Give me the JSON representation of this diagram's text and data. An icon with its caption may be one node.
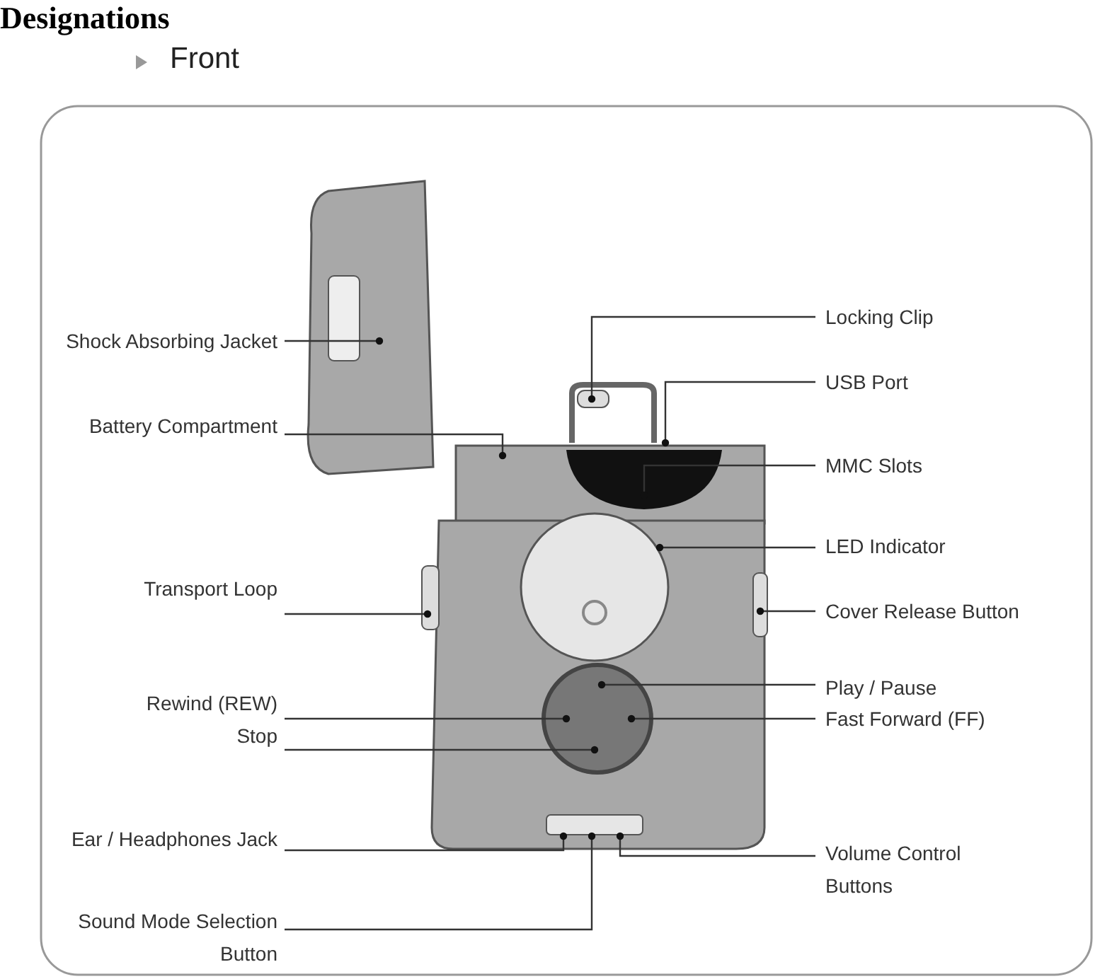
{
  "diagram": {
    "title": "Designations",
    "nodes": [
      {
        "text": [
          "Shock Absorbing Jacket"
        ]
      },
      {
        "text": [
          "Locking Clip"
        ]
      },
      {
        "text": [
          "USB Port"
        ]
      },
      {
        "text": [
          "Battery Compartment"
        ]
      },
      {
        "text": [
          "MMC Slots"
        ]
      },
      {
        "text": [
          "LED Indicator"
        ]
      },
      {
        "text": [
          "Transport Loop"
        ]
      },
      {
        "text": [
          "Cover Release Button"
        ]
      },
      {
        "text": [
          "Play / Pause"
        ]
      },
      {
        "text": [
          "Rewind (REW)"
        ]
      },
      {
        "text": [
          "Fast Forward (FF)"
        ]
      },
      {
        "text": [
          "Stop"
        ]
      },
      {
        "text": [
          "Ear / Headphones Jack"
        ]
      },
      {
        "text": [
          "Volume Control Buttons"
        ]
      },
      {
        "text": [
          "Sound Mode Selection Button"
        ]
      }
    ],
    "edges": [
      {
        "from": 0,
        "to": null,
        "arrow": "other"
      },
      {
        "from": 1,
        "to": null,
        "arrow": "other"
      },
      {
        "from": 2,
        "to": null,
        "arrow": "other"
      },
      {
        "from": 3,
        "to": null,
        "arrow": "other"
      },
      {
        "from": 4,
        "to": null,
        "arrow": "other"
      },
      {
        "from": 5,
        "to": null,
        "arrow": "other"
      },
      {
        "from": 6,
        "to": null,
        "arrow": "other"
      },
      {
        "from": 7,
        "to": null,
        "arrow": "other"
      },
      {
        "from": 8,
        "to": null,
        "arrow": "other"
      },
      {
        "from": 9,
        "to": null,
        "arrow": "other"
      },
      {
        "from": 10,
        "to": null,
        "arrow": "other"
      },
      {
        "from": 11,
        "to": null,
        "arrow": "other"
      },
      {
        "from": 12,
        "to": null,
        "arrow": "other"
      },
      {
        "from": 13,
        "to": null,
        "arrow": "other"
      },
      {
        "from": 14,
        "to": null,
        "arrow": "other"
      }
    ],
    "labels": [
      "Front"
    ]
  }
}
